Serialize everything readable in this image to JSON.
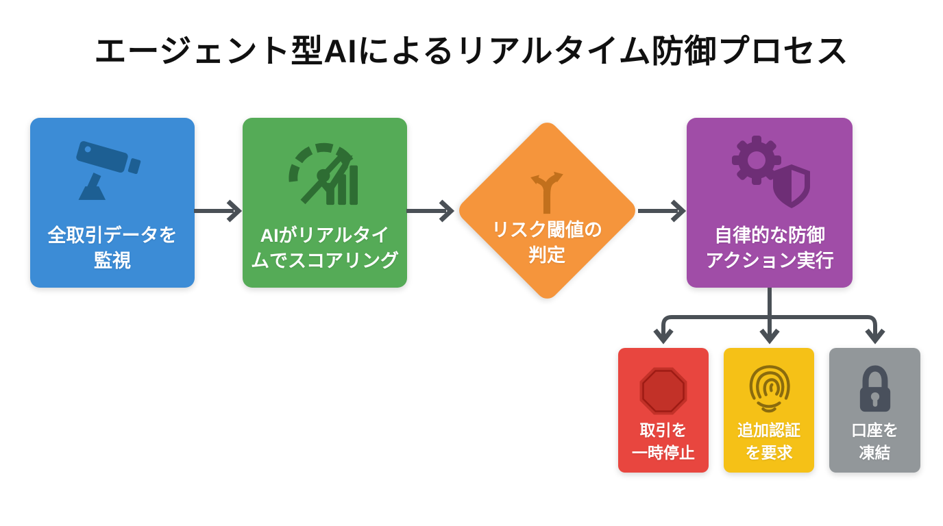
{
  "title": "エージェント型AIによるリアルタイム防御プロセス",
  "colors": {
    "background": "#ffffff",
    "title_text": "#101010",
    "connector": "#4a5056",
    "node_text": "#ffffff",
    "monitor_blue": "#3c8cd6",
    "scoring_green": "#55ab57",
    "decision_orange": "#f5953c",
    "action_purple": "#a04da7",
    "pause_red": "#e8463f",
    "auth_yellow": "#f5c117",
    "freeze_gray": "#92979a"
  },
  "flow": {
    "steps": [
      {
        "id": "monitor",
        "shape": "rect",
        "icon": "cctv-camera",
        "color": "#3c8cd6",
        "lines": [
          "全取引データを",
          "監視"
        ]
      },
      {
        "id": "scoring",
        "shape": "rect",
        "icon": "gauge-trend",
        "color": "#55ab57",
        "lines": [
          "AIがリアルタイ",
          "ムでスコアリング"
        ]
      },
      {
        "id": "decision",
        "shape": "diamond",
        "icon": "fork-arrows",
        "color": "#f5953c",
        "lines": [
          "リスク閾値の",
          "判定"
        ]
      },
      {
        "id": "action",
        "shape": "rect",
        "icon": "gear-shield",
        "color": "#a04da7",
        "lines": [
          "自律的な防御",
          "アクション実行"
        ]
      }
    ],
    "actions": [
      {
        "id": "pause",
        "icon": "stop-sign",
        "color": "#e8463f",
        "lines": [
          "取引を",
          "一時停止"
        ]
      },
      {
        "id": "auth",
        "icon": "fingerprint",
        "color": "#f5c117",
        "lines": [
          "追加認証",
          "を要求"
        ]
      },
      {
        "id": "freeze",
        "icon": "padlock",
        "color": "#92979a",
        "lines": [
          "口座を",
          "凍結"
        ]
      }
    ]
  }
}
